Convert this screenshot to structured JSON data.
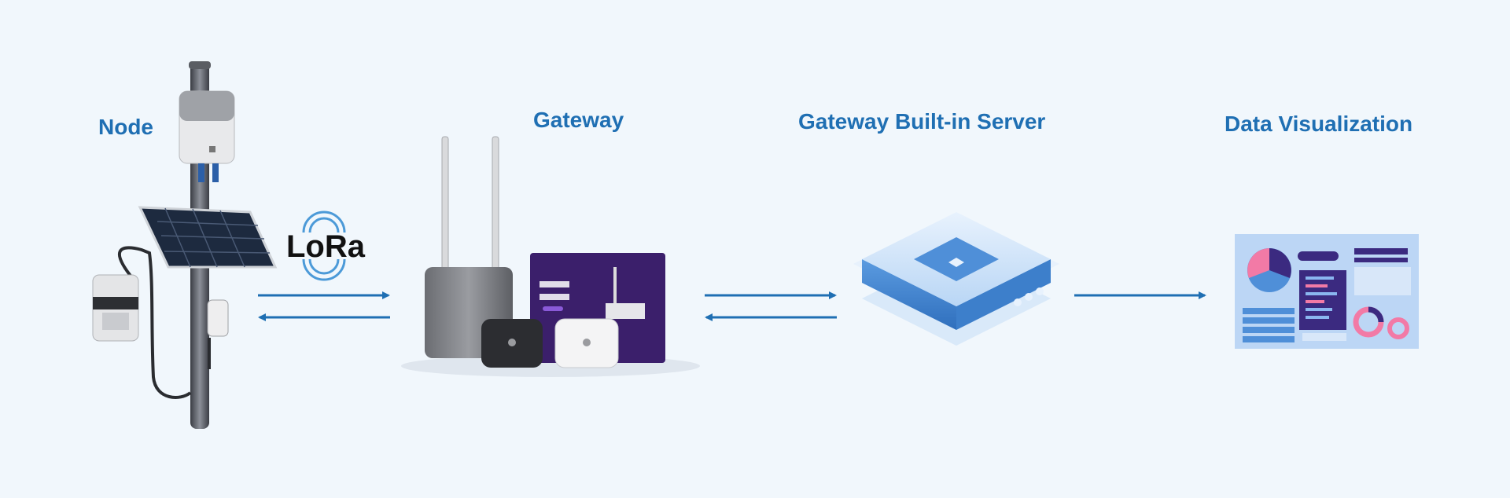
{
  "diagram": {
    "stages": [
      {
        "id": "node",
        "label": "Node"
      },
      {
        "id": "gateway",
        "label": "Gateway"
      },
      {
        "id": "server",
        "label": "Gateway Built-in Server"
      },
      {
        "id": "visualization",
        "label": "Data Visualization"
      }
    ],
    "wireless_label": "LoRa",
    "arrows": [
      {
        "from": "node",
        "to": "gateway",
        "direction": "bidirectional"
      },
      {
        "from": "gateway",
        "to": "server",
        "direction": "bidirectional"
      },
      {
        "from": "server",
        "to": "visualization",
        "direction": "forward"
      }
    ],
    "colors": {
      "label": "#1f6fb3",
      "arrow": "#1f6fb3",
      "background": "#f1f7fc",
      "server_blue": "#4f8fd8",
      "gateway_screen": "#3b1f6b"
    },
    "icons": [
      "pole-mounted-sensor-node",
      "solar-panel",
      "lora-wave-icon",
      "outdoor-gateway",
      "indoor-gateway",
      "server-stack-icon",
      "dashboard-icon"
    ]
  }
}
